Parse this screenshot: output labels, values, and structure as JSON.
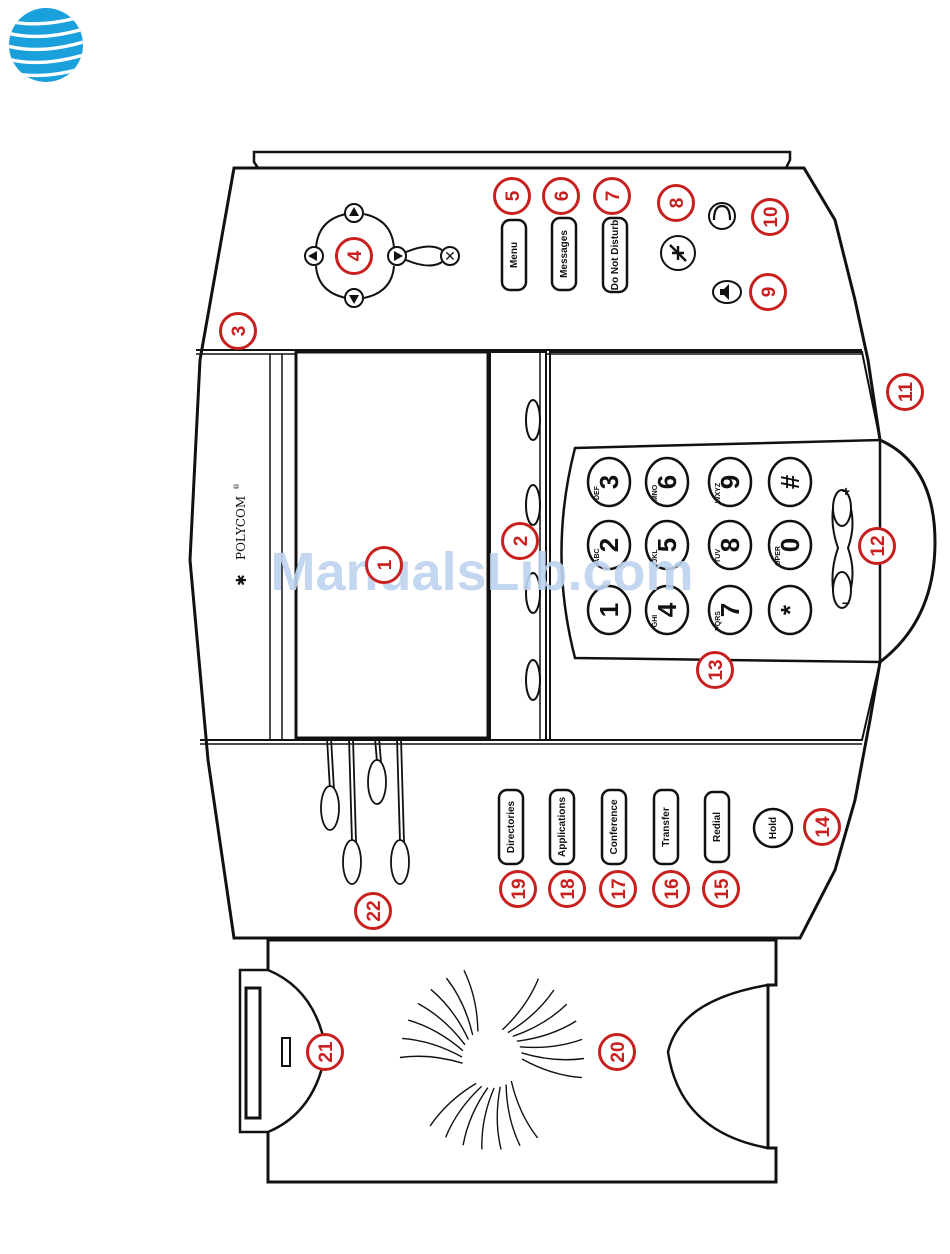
{
  "brand": {
    "polycom_label": "POLYCOM",
    "registered_mark": "®"
  },
  "watermark": {
    "text": "ManualsLib.com"
  },
  "top_buttons": {
    "menu": "Menu",
    "messages": "Messages",
    "dnd": "Do Not Disturb"
  },
  "bottom_buttons": {
    "directories": "Directories",
    "applications": "Applications",
    "conference": "Conference",
    "transfer": "Transfer",
    "redial": "Redial",
    "hold": "Hold"
  },
  "volume": {
    "plus": "+",
    "minus": "−"
  },
  "keypad": [
    {
      "digit": "1",
      "letters": ""
    },
    {
      "digit": "2",
      "letters": "ABC"
    },
    {
      "digit": "3",
      "letters": "DEF"
    },
    {
      "digit": "4",
      "letters": "GHI"
    },
    {
      "digit": "5",
      "letters": "JKL"
    },
    {
      "digit": "6",
      "letters": "MNO"
    },
    {
      "digit": "7",
      "letters": "PQRS"
    },
    {
      "digit": "8",
      "letters": "TUV"
    },
    {
      "digit": "9",
      "letters": "WXYZ"
    },
    {
      "digit": "*",
      "letters": ""
    },
    {
      "digit": "0",
      "letters": "OPER"
    },
    {
      "digit": "#",
      "letters": ""
    }
  ],
  "callouts": [
    "1",
    "2",
    "3",
    "4",
    "5",
    "6",
    "7",
    "8",
    "9",
    "10",
    "11",
    "12",
    "13",
    "14",
    "15",
    "16",
    "17",
    "18",
    "19",
    "20",
    "21",
    "22"
  ],
  "colors": {
    "callout_red": "#c8201e",
    "watermark_blue": "#bdd3ef",
    "att_blue": "#1aa0db"
  }
}
